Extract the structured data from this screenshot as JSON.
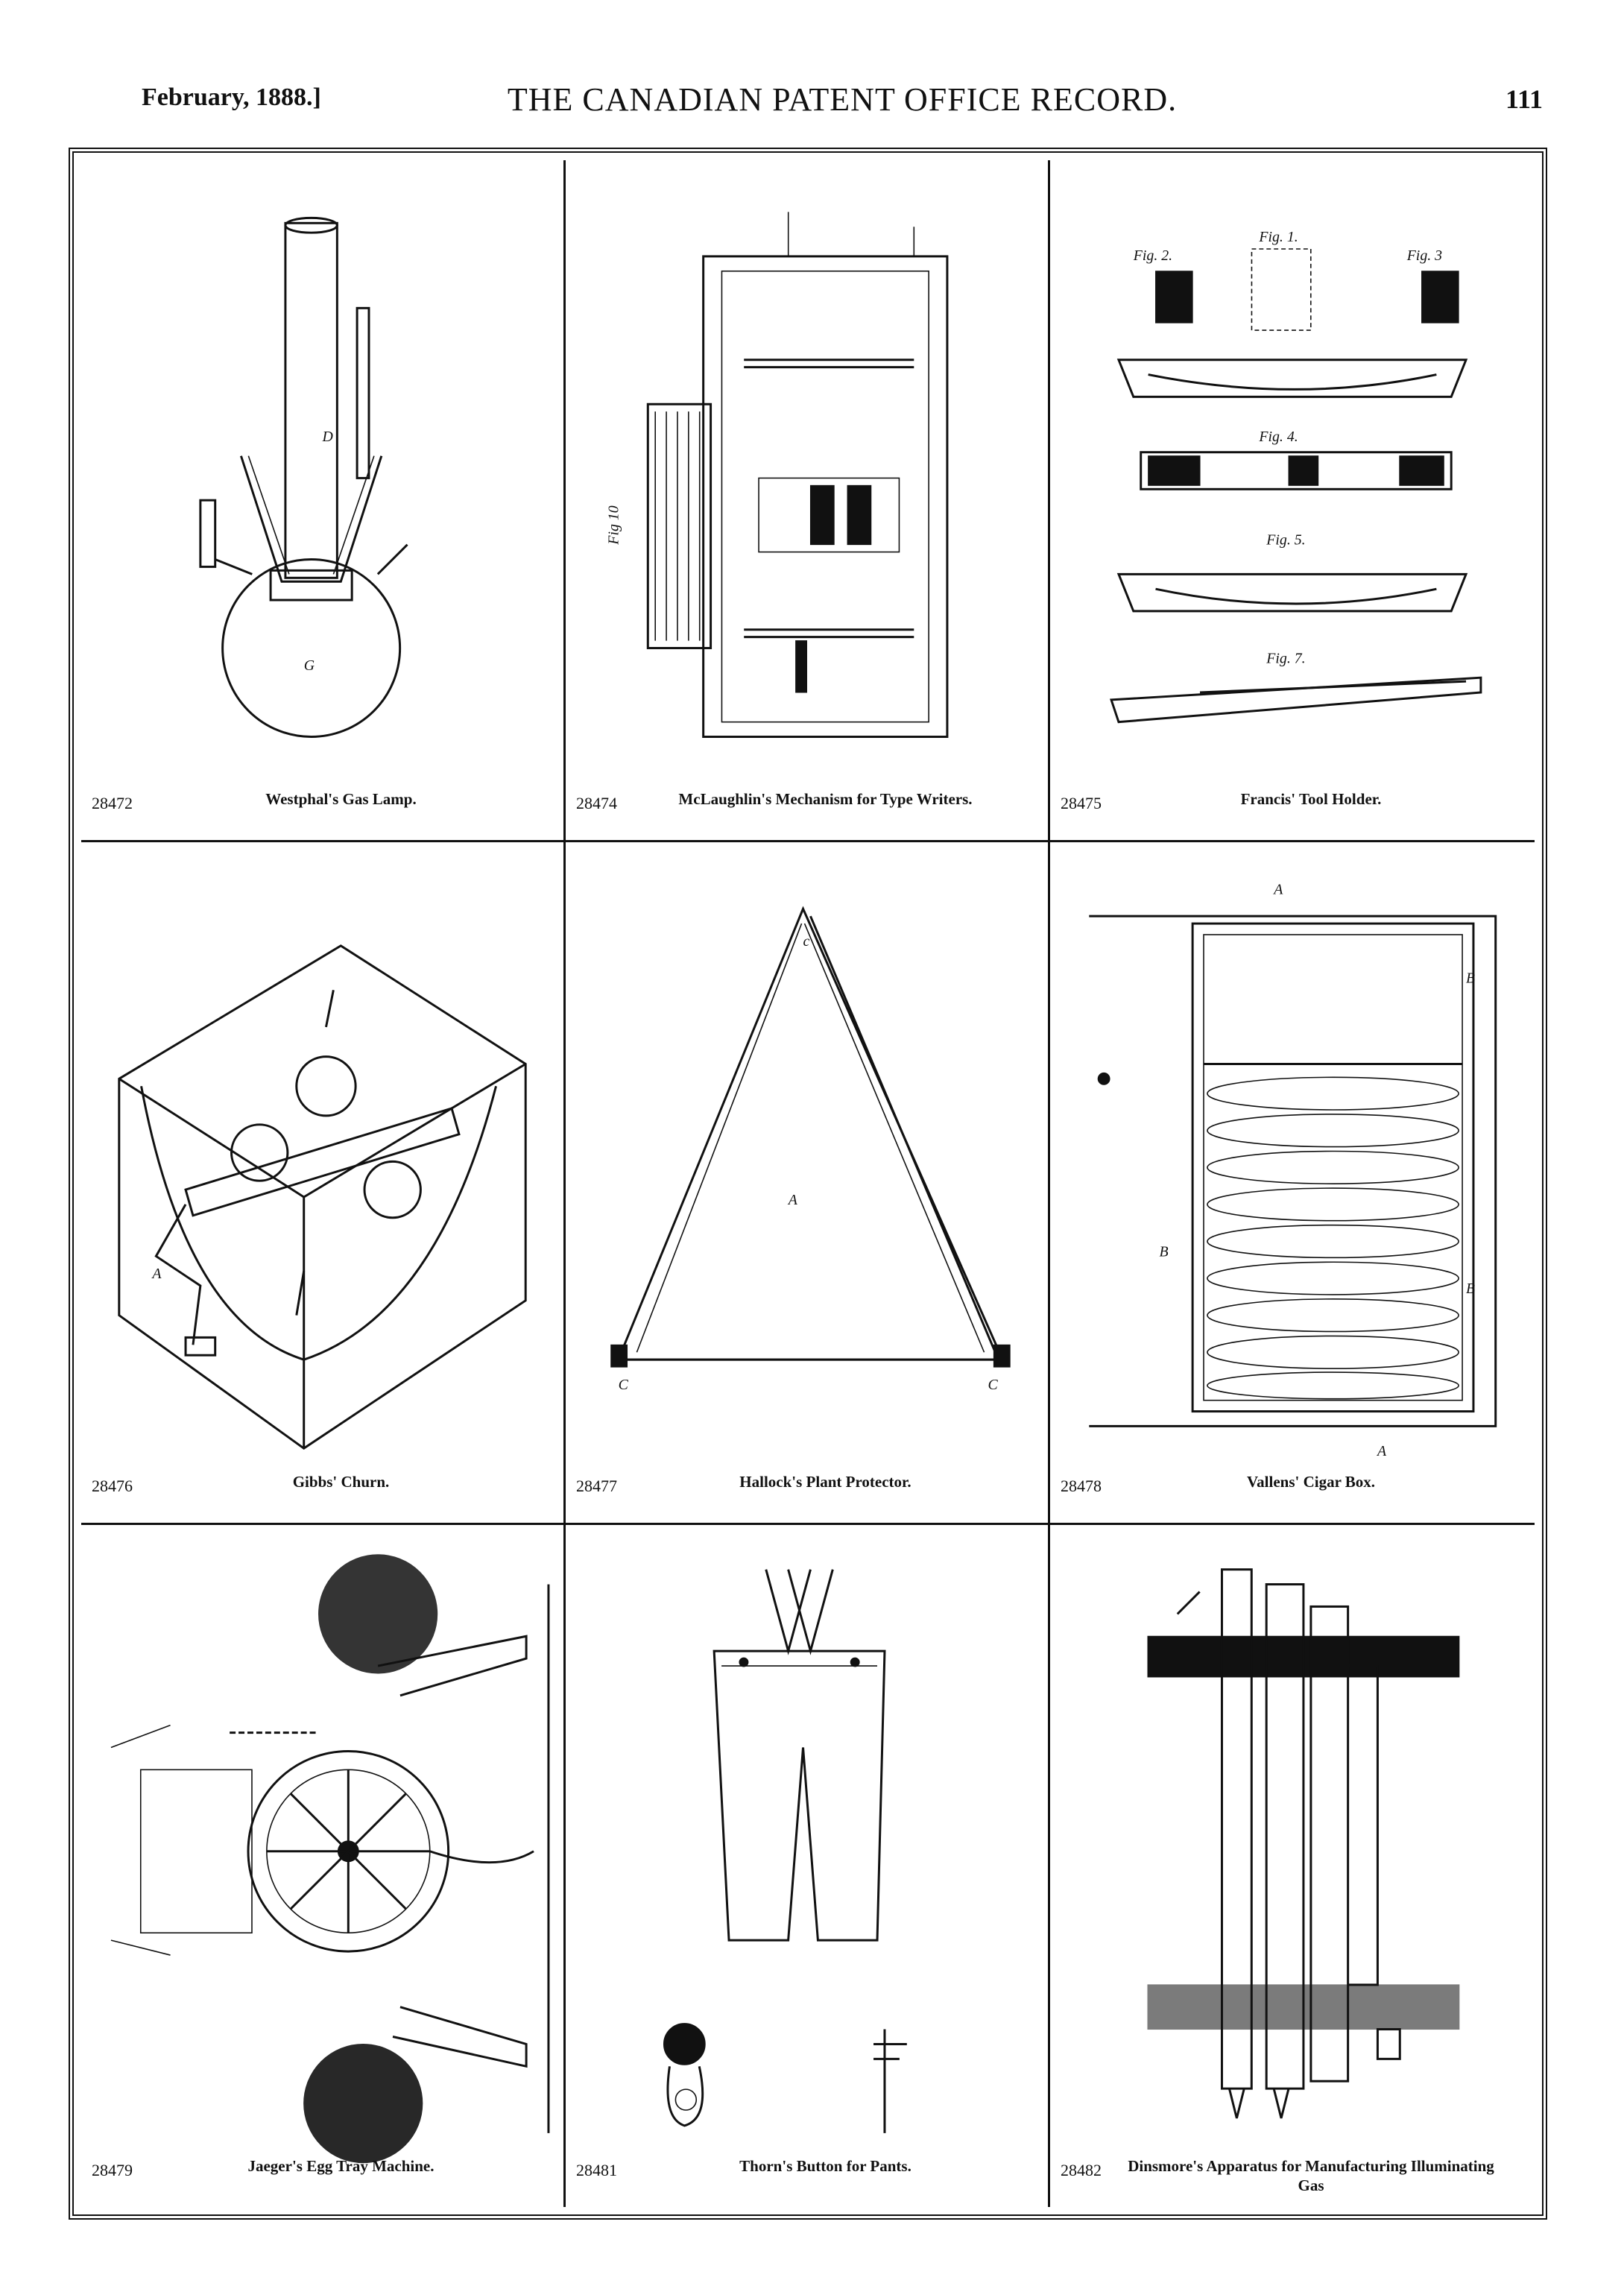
{
  "header": {
    "date": "February, 1888.]",
    "title": "THE CANADIAN PATENT OFFICE RECORD.",
    "page": "111"
  },
  "patents": [
    {
      "number": "28472",
      "title": "Westphal's Gas Lamp."
    },
    {
      "number": "28474",
      "title": "McLaughlin's Mechanism for Type Writers."
    },
    {
      "number": "28475",
      "title": "Francis' Tool Holder."
    },
    {
      "number": "28476",
      "title": "Gibbs' Churn."
    },
    {
      "number": "28477",
      "title": "Hallock's Plant Protector."
    },
    {
      "number": "28478",
      "title": "Vallens' Cigar Box."
    },
    {
      "number": "28479",
      "title": "Jaeger's Egg Tray Machine."
    },
    {
      "number": "28481",
      "title": "Thorn's Button for Pants."
    },
    {
      "number": "28482",
      "title": "Dinsmore's Apparatus for Manufacturing Illuminating Gas"
    }
  ],
  "figure_labels": {
    "typewriter_fig": "Fig 10",
    "tool_fig1": "Fig. 1.",
    "tool_fig2": "Fig. 2.",
    "tool_fig3": "Fig. 3",
    "tool_fig4": "Fig. 4.",
    "tool_fig5": "Fig. 5.",
    "tool_fig7": "Fig. 7."
  }
}
